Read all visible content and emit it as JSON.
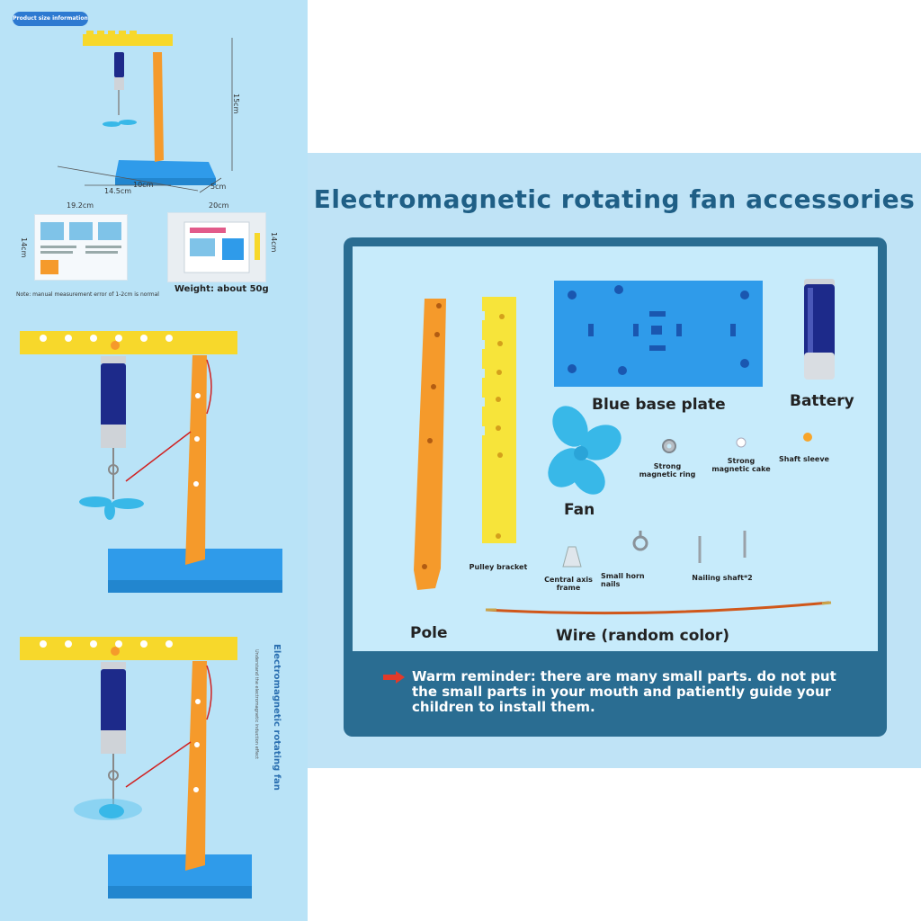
{
  "left_panel": {
    "size_tag": "Product size information",
    "dim_height": "15cm",
    "dim_length_inner": "10cm",
    "dim_length_outer": "14.5cm",
    "dim_depth": "5cm",
    "manual_width": "19.2cm",
    "manual_height": "14cm",
    "package_width": "20cm",
    "package_height": "14cm",
    "measurement_note": "Note: manual measurement error of 1-2cm is normal",
    "weight": "Weight: about 50g",
    "product_title": "Electromagnetic rotating fan",
    "product_subtitle": "Understand the electromagnetic induction effect"
  },
  "accessories": {
    "heading": "Electromagnetic rotating fan accessories",
    "pole": "Pole",
    "pulley_bracket": "Pulley bracket",
    "blue_base_plate": "Blue base plate",
    "battery": "Battery",
    "fan": "Fan",
    "strong_magnetic_ring": "Strong magnetic ring",
    "strong_magnetic_cake": "Strong magnetic cake",
    "shaft_sleeve": "Shaft sleeve",
    "central_axis_frame": "Central axis frame",
    "small_horn_nails": "Small horn nails",
    "nailing_shaft": "Nailing shaft*2",
    "wire": "Wire (random color)"
  },
  "reminder": "Warm reminder: there are many small parts. do not put the small parts in your mouth and patiently guide your children to install them.",
  "colors": {
    "yellow": "#f7d82b",
    "orange": "#f59a2b",
    "blue_base": "#2f9bea",
    "fan_blue": "#38b8e8",
    "panel": "#2a6d92",
    "heading": "#1f5f86",
    "battery_blue": "#1d2a8a"
  }
}
